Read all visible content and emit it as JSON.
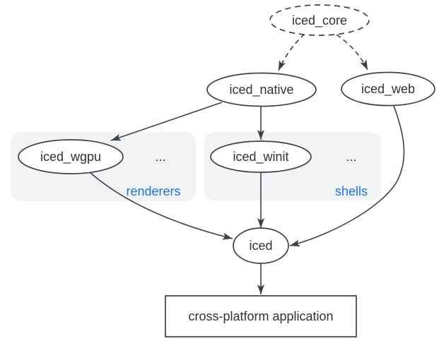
{
  "diagram": {
    "nodes": {
      "iced_core": {
        "label": "iced_core"
      },
      "iced_native": {
        "label": "iced_native"
      },
      "iced_web": {
        "label": "iced_web"
      },
      "iced_wgpu": {
        "label": "iced_wgpu"
      },
      "iced_winit": {
        "label": "iced_winit"
      },
      "iced": {
        "label": "iced"
      },
      "application": {
        "label": "cross-platform application"
      }
    },
    "clusters": {
      "renderers": {
        "label": "renderers",
        "ellipsis": "..."
      },
      "shells": {
        "label": "shells",
        "ellipsis": "..."
      }
    },
    "edges": [
      {
        "from": "iced_core",
        "to": "iced_native",
        "style": "dashed"
      },
      {
        "from": "iced_core",
        "to": "iced_web",
        "style": "dashed"
      },
      {
        "from": "iced_native",
        "to": "iced_wgpu",
        "style": "solid"
      },
      {
        "from": "iced_native",
        "to": "iced_winit",
        "style": "solid"
      },
      {
        "from": "iced_wgpu",
        "to": "iced",
        "style": "solid"
      },
      {
        "from": "iced_winit",
        "to": "iced",
        "style": "solid"
      },
      {
        "from": "iced_web",
        "to": "iced",
        "style": "solid"
      },
      {
        "from": "iced",
        "to": "application",
        "style": "solid"
      }
    ],
    "colors": {
      "node_stroke": "#3e4248",
      "node_fill": "#ffffff",
      "text": "#333333",
      "cluster_fill": "#f1f3f4",
      "cluster_label": "#1a73e8",
      "background": "#ffffff"
    }
  }
}
